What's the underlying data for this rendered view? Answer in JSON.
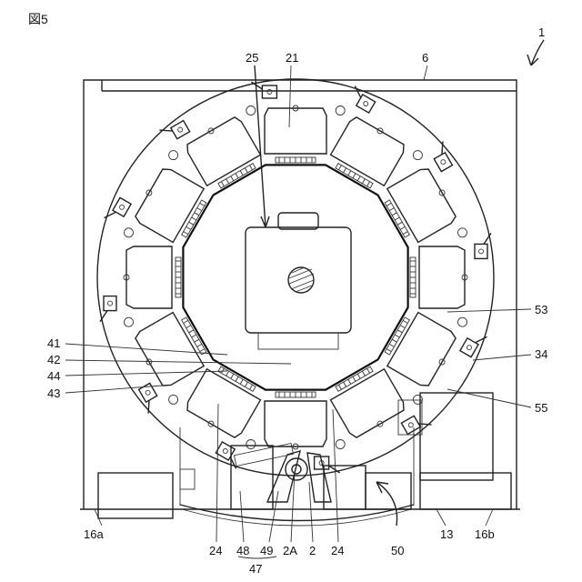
{
  "figure_label": "図5",
  "reference_labels": {
    "l1": "1",
    "l6": "6",
    "l25": "25",
    "l21": "21",
    "l53": "53",
    "l34": "34",
    "l55": "55",
    "l41": "41",
    "l42": "42",
    "l44": "44",
    "l43": "43",
    "l16a": "16a",
    "l13": "13",
    "l16b": "16b",
    "l24a": "24",
    "l48": "48",
    "l49": "49",
    "l2A": "2A",
    "l2": "2",
    "l24b": "24",
    "l50": "50",
    "l47": "47"
  },
  "colors": {
    "line": "#222222",
    "background": "#ffffff"
  }
}
